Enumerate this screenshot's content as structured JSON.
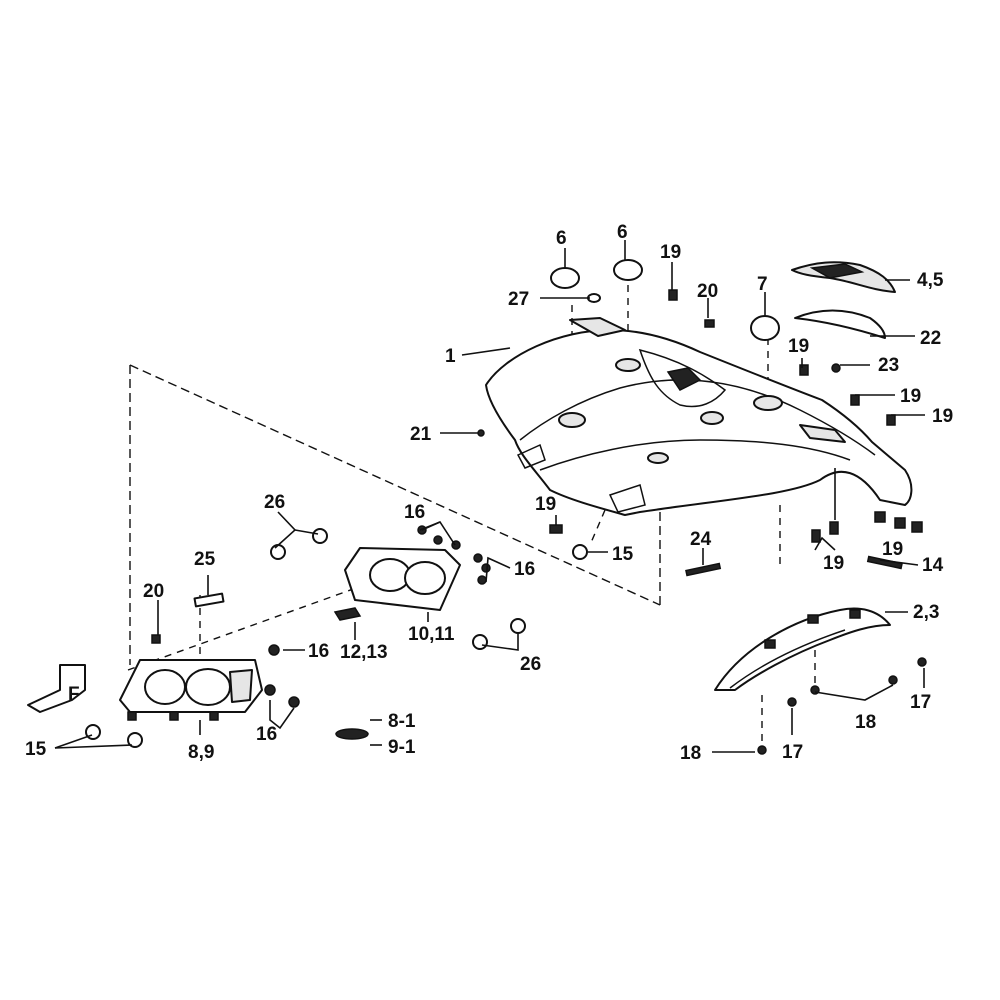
{
  "diagram": {
    "labels": {
      "p1": "1",
      "p2_3": "2,3",
      "p4_5": "4,5",
      "p6a": "6",
      "p6b": "6",
      "p7": "7",
      "p8_1": "8-1",
      "p8_9": "8,9",
      "p9_1": "9-1",
      "p10_11": "10,11",
      "p12_13": "12,13",
      "p14": "14",
      "p15a": "15",
      "p15b": "15",
      "p16a": "16",
      "p16b": "16",
      "p16c": "16",
      "p16d": "16",
      "p17a": "17",
      "p17b": "17",
      "p18a": "18",
      "p18b": "18",
      "p19a": "19",
      "p19b": "19",
      "p19c": "19",
      "p19d": "19",
      "p19e": "19",
      "p19f": "19",
      "p19g": "19",
      "p20a": "20",
      "p20b": "20",
      "p21": "21",
      "p22": "22",
      "p23": "23",
      "p24": "24",
      "p25": "25",
      "p26a": "26",
      "p26b": "26",
      "p27": "27"
    },
    "front_marker": "F"
  }
}
